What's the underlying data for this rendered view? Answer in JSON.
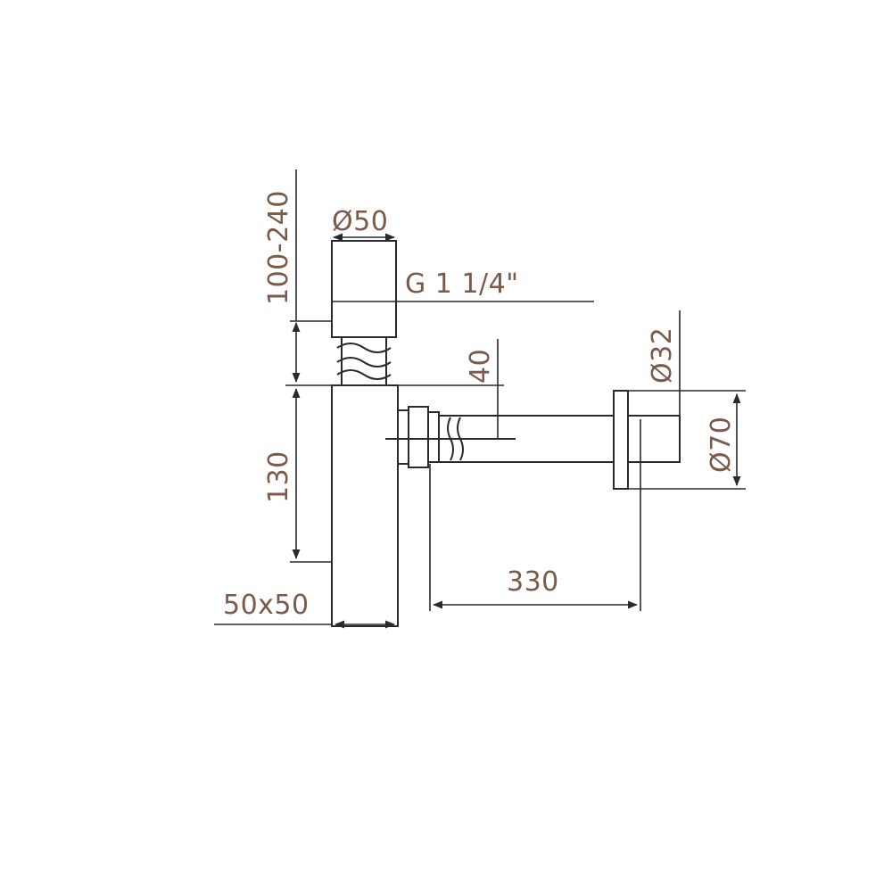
{
  "dimensions": {
    "height_range": "100-240",
    "top_diameter": "Ø50",
    "thread": "G 1 1/4\"",
    "body_height": "130",
    "body_section": "50x50",
    "outlet_height": "40",
    "outlet_length": "330",
    "pipe_diameter": "Ø32",
    "flange_diameter": "Ø70"
  },
  "colors": {
    "line": "#2a2a2a",
    "label": "#7a5a4a"
  }
}
